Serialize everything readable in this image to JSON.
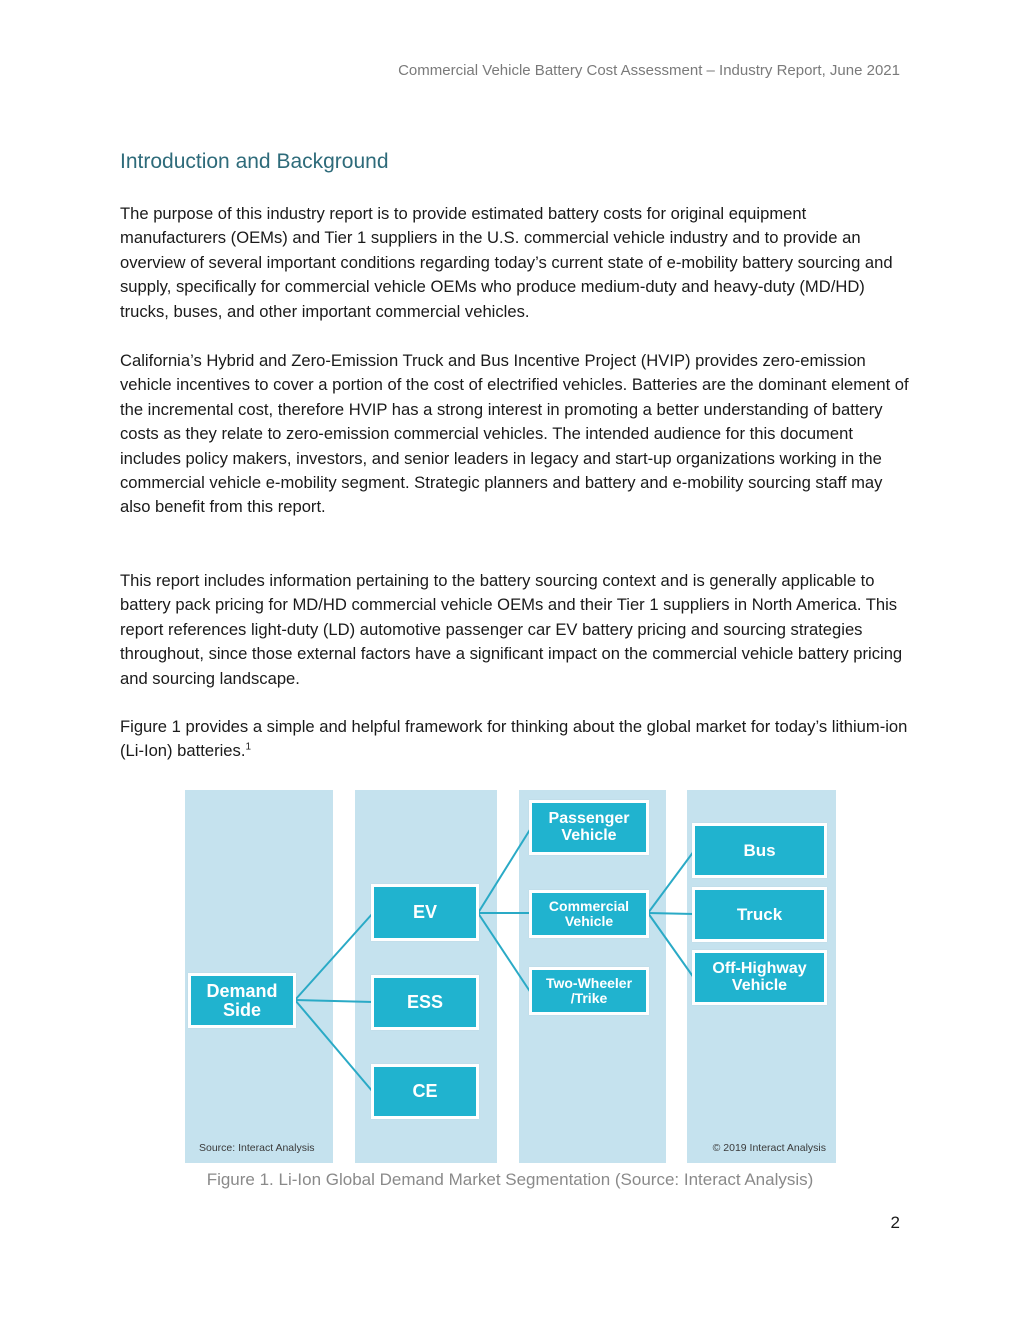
{
  "header": {
    "running_title": "Commercial Vehicle Battery Cost Assessment – Industry Report, June 2021"
  },
  "section": {
    "title": "Introduction and Background"
  },
  "paragraphs": {
    "p1": "The purpose of this industry report is to provide estimated battery costs for original equipment manufacturers (OEMs) and Tier 1 suppliers in the U.S. commercial vehicle industry and to provide an overview of several important conditions regarding today’s current state of e-mobility battery sourcing and supply, specifically for commercial vehicle OEMs who produce medium-duty and heavy-duty (MD/HD) trucks, buses, and other important commercial vehicles.",
    "p2": "California’s Hybrid and Zero-Emission Truck and Bus Incentive Project (HVIP) provides zero-emission vehicle incentives to cover a portion of the cost of electrified vehicles.  Batteries are the dominant element of the incremental cost, therefore HVIP has a strong interest in promoting a better understanding of battery costs as they relate to zero-emission commercial vehicles.  The intended audience for this document includes policy makers, investors, and senior leaders in legacy and start-up organizations working in the commercial vehicle e-mobility segment.  Strategic planners and battery and e-mobility sourcing staff may also benefit from this report.",
    "p3": "This report includes information pertaining to the battery sourcing context and is generally applicable to battery pack pricing for MD/HD commercial vehicle OEMs and their Tier 1 suppliers in North America.  This report references light-duty (LD) automotive passenger car EV battery pricing and sourcing strategies throughout, since those external factors have a significant impact on the commercial vehicle battery pricing and sourcing landscape.",
    "p4": "Figure 1 provides a simple and helpful framework for thinking about the global market for today’s lithium-ion (Li-Ion) batteries.",
    "p4_footnote": "1"
  },
  "figure": {
    "nodes": {
      "demand_l1": "Demand",
      "demand_l2": "Side",
      "ev": "EV",
      "ess": "ESS",
      "ce": "CE",
      "passenger_l1": "Passenger",
      "passenger_l2": "Vehicle",
      "commercial_l1": "Commercial",
      "commercial_l2": "Vehicle",
      "twowheeler_l1": "Two-Wheeler",
      "twowheeler_l2": "/Trike",
      "bus": "Bus",
      "truck": "Truck",
      "offhighway_l1": "Off-Highway",
      "offhighway_l2": "Vehicle"
    },
    "source_left": "Source: Interact Analysis",
    "source_right": "© 2019 Interact Analysis",
    "colors": {
      "panel": "#c5e2ee",
      "box": "#20b3cf",
      "line": "#2aaac6"
    }
  },
  "caption": "Figure 1.  Li-Ion Global Demand Market Segmentation (Source:  Interact Analysis)",
  "page_number": "2"
}
